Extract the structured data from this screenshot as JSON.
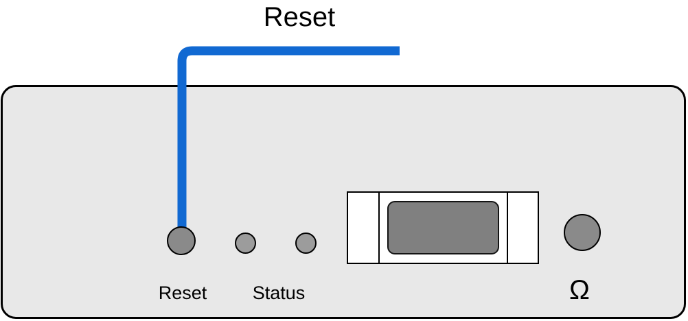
{
  "callout": {
    "label": "Reset"
  },
  "front_panel": {
    "reset_button_label": "Reset",
    "status_leds_label": "Status",
    "resistance_port_label": "Ω"
  },
  "colors": {
    "callout_line": "#1169d2",
    "panel_fill": "#e8e8e8",
    "panel_border": "#000000",
    "button_fill": "#8a8a8a",
    "led_fill": "#9c9c9c",
    "connector_slot_fill": "#ffffff",
    "connector_plug_fill": "#808080"
  }
}
